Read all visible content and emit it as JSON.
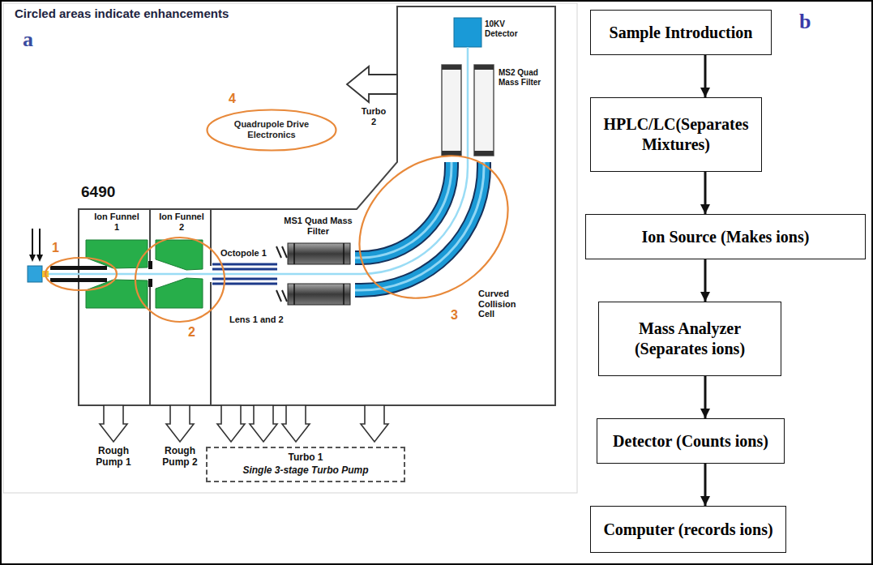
{
  "diagram": {
    "nodes": [
      {
        "text": [
          "Quadrupole Drive Electronics"
        ]
      },
      {
        "text": [
          "Turbo 1",
          "Single 3-stage Turbo Pump"
        ]
      },
      {
        "text": [
          "Sample Introduction"
        ]
      },
      {
        "text": [
          "HPLC/LC(Separates Mixtures)"
        ]
      },
      {
        "text": [
          "Ion Source (Makes ions)"
        ]
      },
      {
        "text": [
          "Mass Analyzer (Separates ions)"
        ]
      },
      {
        "text": [
          "Detector (Counts ions)"
        ]
      },
      {
        "text": [
          "Computer (records ions)"
        ]
      }
    ],
    "edges": [
      {
        "from": 2,
        "to": 3,
        "arrow": "to"
      },
      {
        "from": 3,
        "to": 4,
        "arrow": "to"
      },
      {
        "from": 4,
        "to": 5,
        "arrow": "to"
      },
      {
        "from": 5,
        "to": 6,
        "arrow": "to"
      },
      {
        "from": 6,
        "to": 7,
        "arrow": "to"
      }
    ],
    "labels": [
      "Circled areas indicate enhancements",
      "a",
      "10KV Detector",
      "Turbo 2",
      "4",
      "6490",
      "1",
      "Ion Funnel 1",
      "Ion Funnel 2",
      "Octopole 1",
      "MS1 Quad Mass Filter",
      "MS2 Quad Mass Filter",
      "Lens 1 and 2",
      "2",
      "3",
      "Curved Collision Cell",
      "Rough Pump 1",
      "Rough Pump 2",
      "b"
    ]
  }
}
